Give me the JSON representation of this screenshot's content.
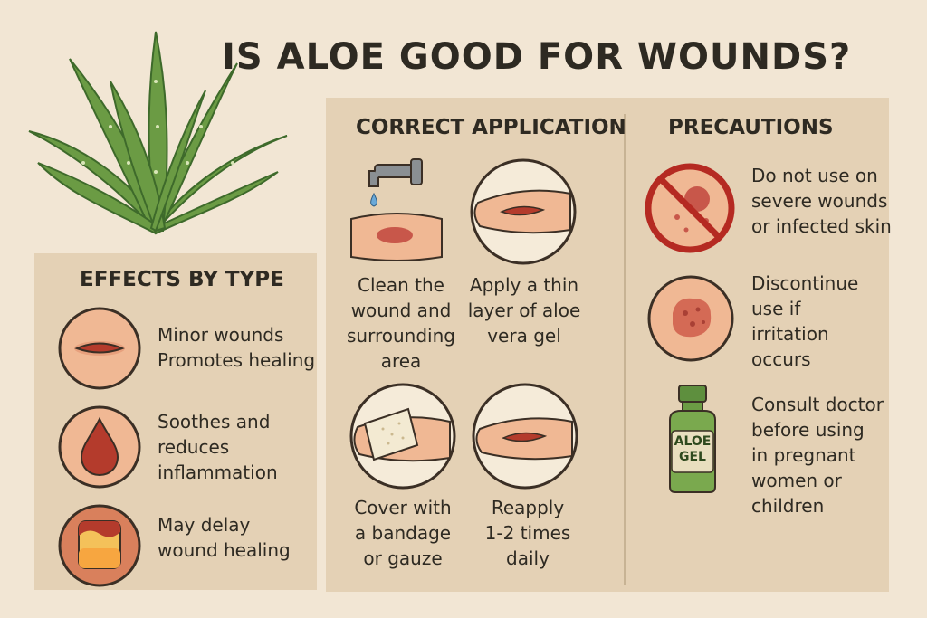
{
  "title": "IS ALOE GOOD FOR WOUNDS?",
  "effects": {
    "heading": "EFFECTS BY TYPE",
    "items": [
      {
        "line1": "Minor wounds",
        "line2": "Promotes healing",
        "icon": "minor-wound-icon"
      },
      {
        "line1": "Soothes and",
        "line2": "reduces",
        "line3": "inflammation",
        "icon": "blood-drop-icon"
      },
      {
        "line1": "May delay",
        "line2": "wound healing",
        "icon": "burn-wound-icon"
      }
    ]
  },
  "application": {
    "heading": "CORRECT APPLICATION",
    "steps": [
      {
        "lines": [
          "Clean the",
          "wound and",
          "surrounding",
          "area"
        ],
        "icon": "faucet-icon"
      },
      {
        "lines": [
          "Apply a thin",
          "layer of aloe",
          "vera gel"
        ],
        "icon": "skin-wound-icon"
      },
      {
        "lines": [
          "Cover with",
          "a bandage",
          "or gauze"
        ],
        "icon": "bandage-icon"
      },
      {
        "lines": [
          "Reapply",
          "1-2 times",
          "daily"
        ],
        "icon": "reapply-icon"
      }
    ]
  },
  "precautions": {
    "heading": "PRECAUTIONS",
    "items": [
      {
        "lines": [
          "Do not use on",
          "severe wounds",
          "or infected skin"
        ],
        "icon": "prohibited-icon"
      },
      {
        "lines": [
          "Discontinue",
          "use if",
          "irritation",
          "occurs"
        ],
        "icon": "irritation-icon"
      },
      {
        "lines": [
          "Consult doctor",
          "before using",
          "in pregnant",
          "women or",
          "children"
        ],
        "icon": "aloe-gel-bottle-icon"
      }
    ],
    "bottle_label": [
      "ALOE",
      "GEL"
    ]
  },
  "colors": {
    "background": "#f2e6d4",
    "panel": "#e4d1b5",
    "aloe": "#5e8f3e",
    "skin": "#f0b894",
    "wound": "#b43b2c"
  }
}
